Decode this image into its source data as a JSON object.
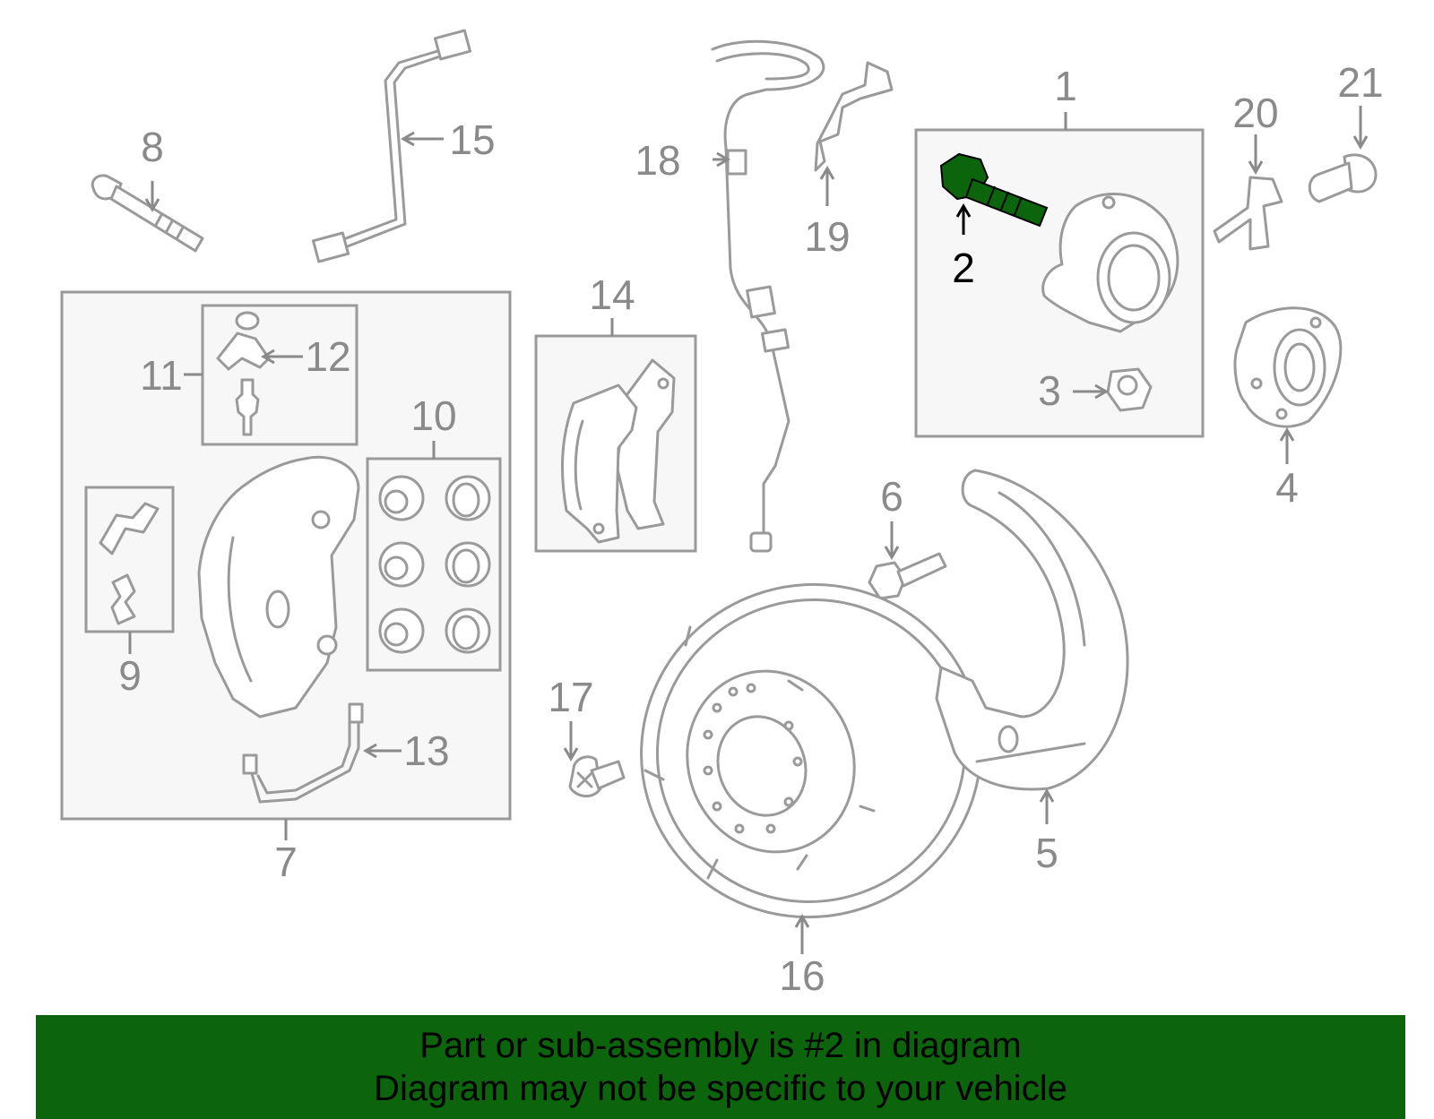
{
  "diagram": {
    "highlight_color": "#0c640c",
    "callouts": [
      "1",
      "2",
      "3",
      "4",
      "5",
      "6",
      "7",
      "8",
      "9",
      "10",
      "11",
      "12",
      "13",
      "14",
      "15",
      "16",
      "17",
      "18",
      "19",
      "20",
      "21"
    ],
    "highlighted_callout": "2"
  },
  "banner": {
    "line1": "Part or sub-assembly is #2 in diagram",
    "line2": "Diagram may not be specific to your vehicle",
    "background": "#0c640c"
  }
}
